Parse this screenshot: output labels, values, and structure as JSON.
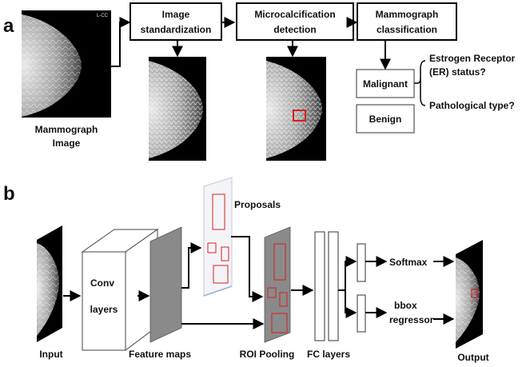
{
  "panel_a": {
    "label": "a",
    "input_caption_line1": "Mammograph",
    "input_caption_line2": "Image",
    "input_view_tag": "L-CC",
    "step1_line1": "Image",
    "step1_line2": "standardization",
    "step2_line1": "Microcalcification",
    "step2_line2": "detection",
    "step3_line1": "Mammograph",
    "step3_line2": "classification",
    "malignant": "Malignant",
    "benign": "Benign",
    "er_line1": "Estrogen Receptor",
    "er_line2": "(ER) status?",
    "pathological": "Pathological type?"
  },
  "panel_b": {
    "label": "b",
    "input": "Input",
    "conv_line1": "Conv",
    "conv_line2": "layers",
    "feature_maps": "Feature maps",
    "proposals": "Proposals",
    "roi_pooling": "ROI Pooling",
    "fc_layers": "FC layers",
    "softmax": "Softmax",
    "bbox_line1": "bbox",
    "bbox_line2": "regressor",
    "output": "Output"
  },
  "colors": {
    "detection_box": "#d42020",
    "feature_map": "#8a8a8a",
    "proposal_map": "#f4f4f8"
  }
}
